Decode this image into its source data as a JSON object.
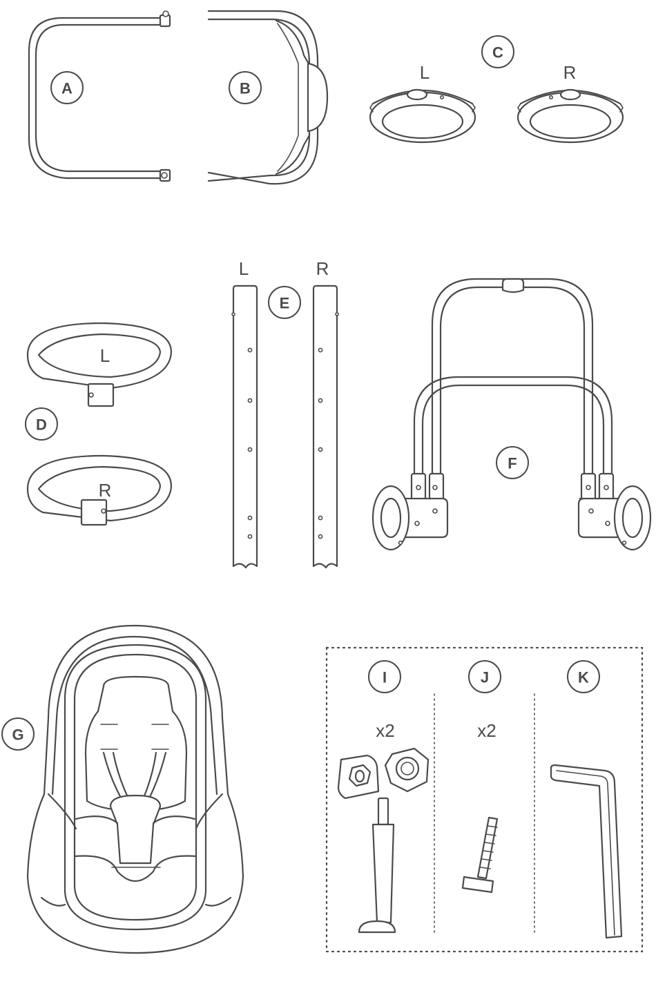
{
  "parts": {
    "A": {
      "letter": "A"
    },
    "B": {
      "letter": "B"
    },
    "C": {
      "letter": "C",
      "left_label": "L",
      "right_label": "R"
    },
    "D": {
      "letter": "D",
      "left_label": "L",
      "right_label": "R"
    },
    "E": {
      "letter": "E",
      "left_label": "L",
      "right_label": "R"
    },
    "F": {
      "letter": "F"
    },
    "G": {
      "letter": "G"
    },
    "I": {
      "letter": "I",
      "quantity": "x2"
    },
    "J": {
      "letter": "J",
      "quantity": "x2"
    },
    "K": {
      "letter": "K"
    }
  },
  "colors": {
    "line": "#4a4a4a",
    "background": "#ffffff"
  }
}
